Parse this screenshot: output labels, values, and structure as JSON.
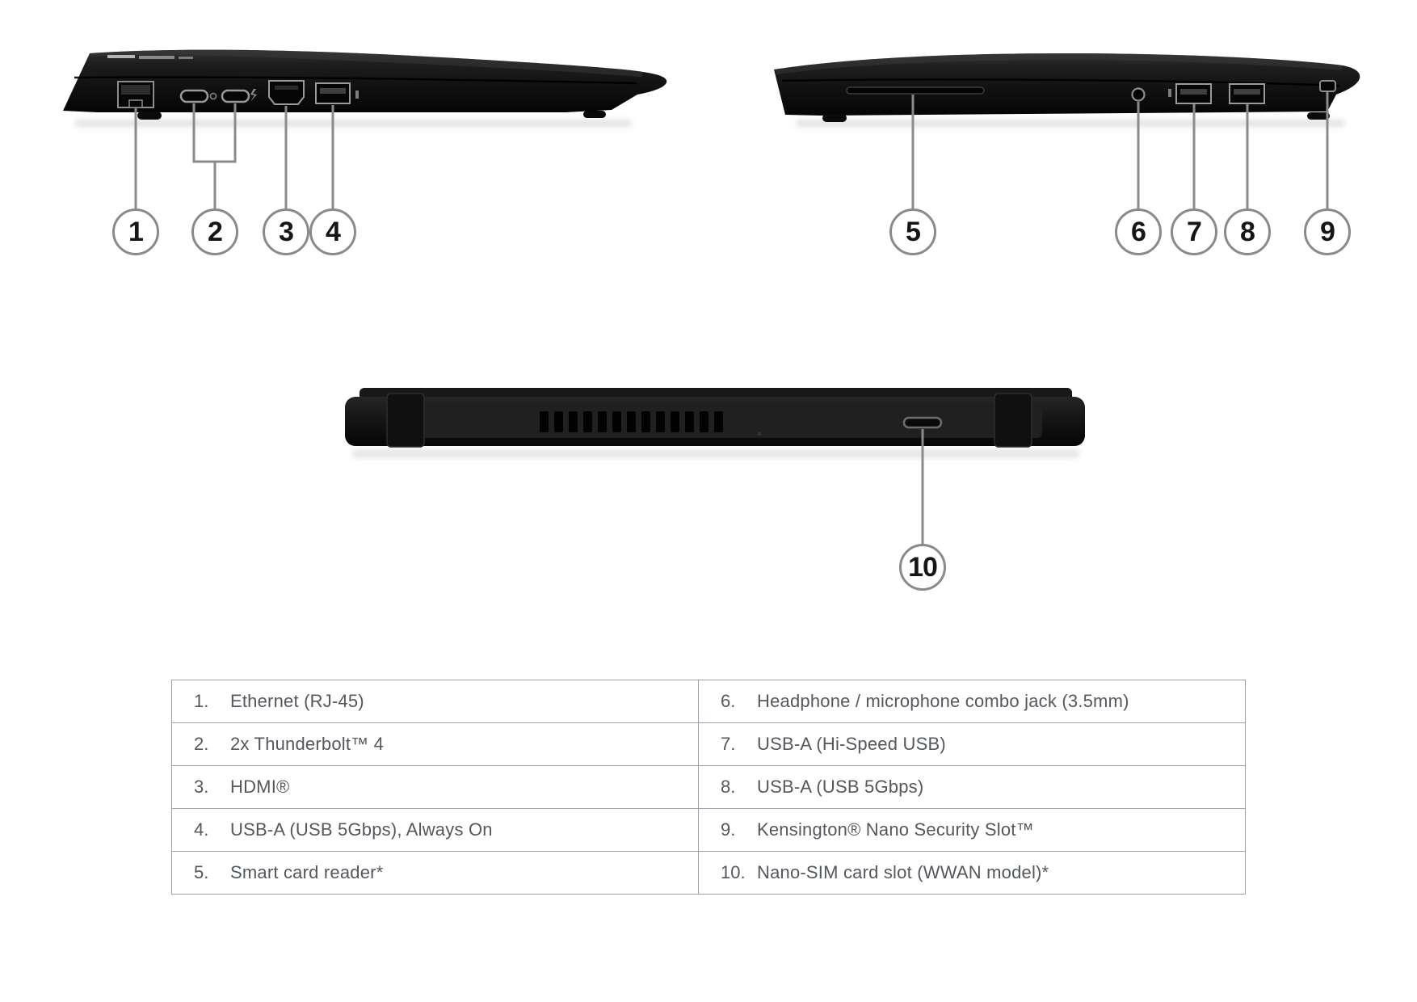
{
  "callouts": [
    "1",
    "2",
    "3",
    "4",
    "5",
    "6",
    "7",
    "8",
    "9",
    "10"
  ],
  "legend": {
    "rows": [
      {
        "l_num": "1.",
        "l_label": "Ethernet (RJ-45)",
        "r_num": "6.",
        "r_label": "Headphone / microphone combo jack (3.5mm)"
      },
      {
        "l_num": "2.",
        "l_label": "2x Thunderbolt™ 4",
        "r_num": "7.",
        "r_label": "USB-A (Hi-Speed USB)"
      },
      {
        "l_num": "3.",
        "l_label": "HDMI®",
        "r_num": "8.",
        "r_label": "USB-A (USB 5Gbps)"
      },
      {
        "l_num": "4.",
        "l_label": "USB-A (USB 5Gbps), Always On",
        "r_num": "9.",
        "r_label": "Kensington® Nano Security Slot™"
      },
      {
        "l_num": "5.",
        "l_label": "Smart card reader*",
        "r_num": "10.",
        "r_label": "Nano-SIM card slot (WWAN model)*"
      }
    ]
  },
  "views": {
    "left_side": {
      "ports": [
        "ethernet-rj45",
        "thunderbolt-4-port-1",
        "thunderbolt-4-port-2",
        "hdmi",
        "usb-a-always-on"
      ]
    },
    "right_side": {
      "ports": [
        "smart-card-reader-slot",
        "headphone-mic-combo-jack",
        "usb-a-hi-speed",
        "usb-a-5gbps",
        "kensington-nano-security-slot"
      ]
    },
    "rear": {
      "ports": [
        "nano-sim-card-slot"
      ],
      "vent_slots": 13
    }
  },
  "icons": {
    "thunderbolt-icon": "ϟ",
    "power-indicator-icon": "○",
    "always-on-usb-icon": "▯",
    "ss-usb-icon": "▯"
  },
  "colors": {
    "body_black": "#141414",
    "callout_line_gray": "#8a8a8a",
    "table_border": "#9aa0a6",
    "table_text": "#54585c"
  }
}
